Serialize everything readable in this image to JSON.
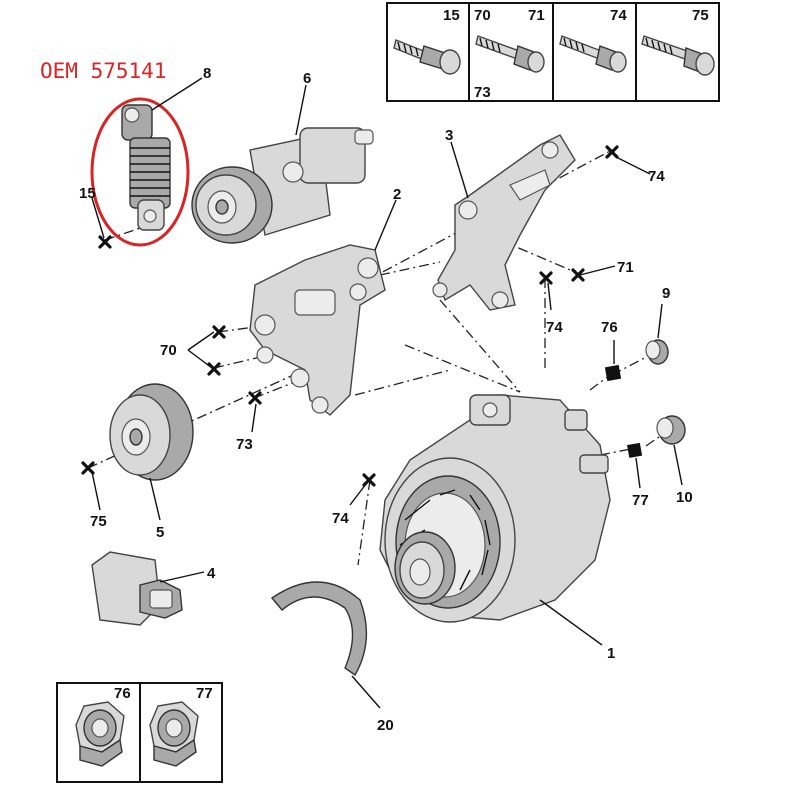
{
  "oem_note": "OEM 575141",
  "accent_color": "#d82424",
  "labels": {
    "p1": "1",
    "p2": "2",
    "p3": "3",
    "p4": "4",
    "p5": "5",
    "p6": "6",
    "p8": "8",
    "p9": "9",
    "p10": "10",
    "p15": "15",
    "p20": "20",
    "p70": "70",
    "p71": "71",
    "p73a": "73",
    "p73b": "73",
    "p74a": "74",
    "p74b": "74",
    "p74c": "74",
    "p75": "75",
    "p76": "76",
    "p77": "77"
  },
  "bolt_box": {
    "labels": [
      "15",
      "70",
      "71",
      "74",
      "75"
    ],
    "sub_label": "73"
  },
  "nut_box": {
    "labels": [
      "76",
      "77"
    ]
  }
}
